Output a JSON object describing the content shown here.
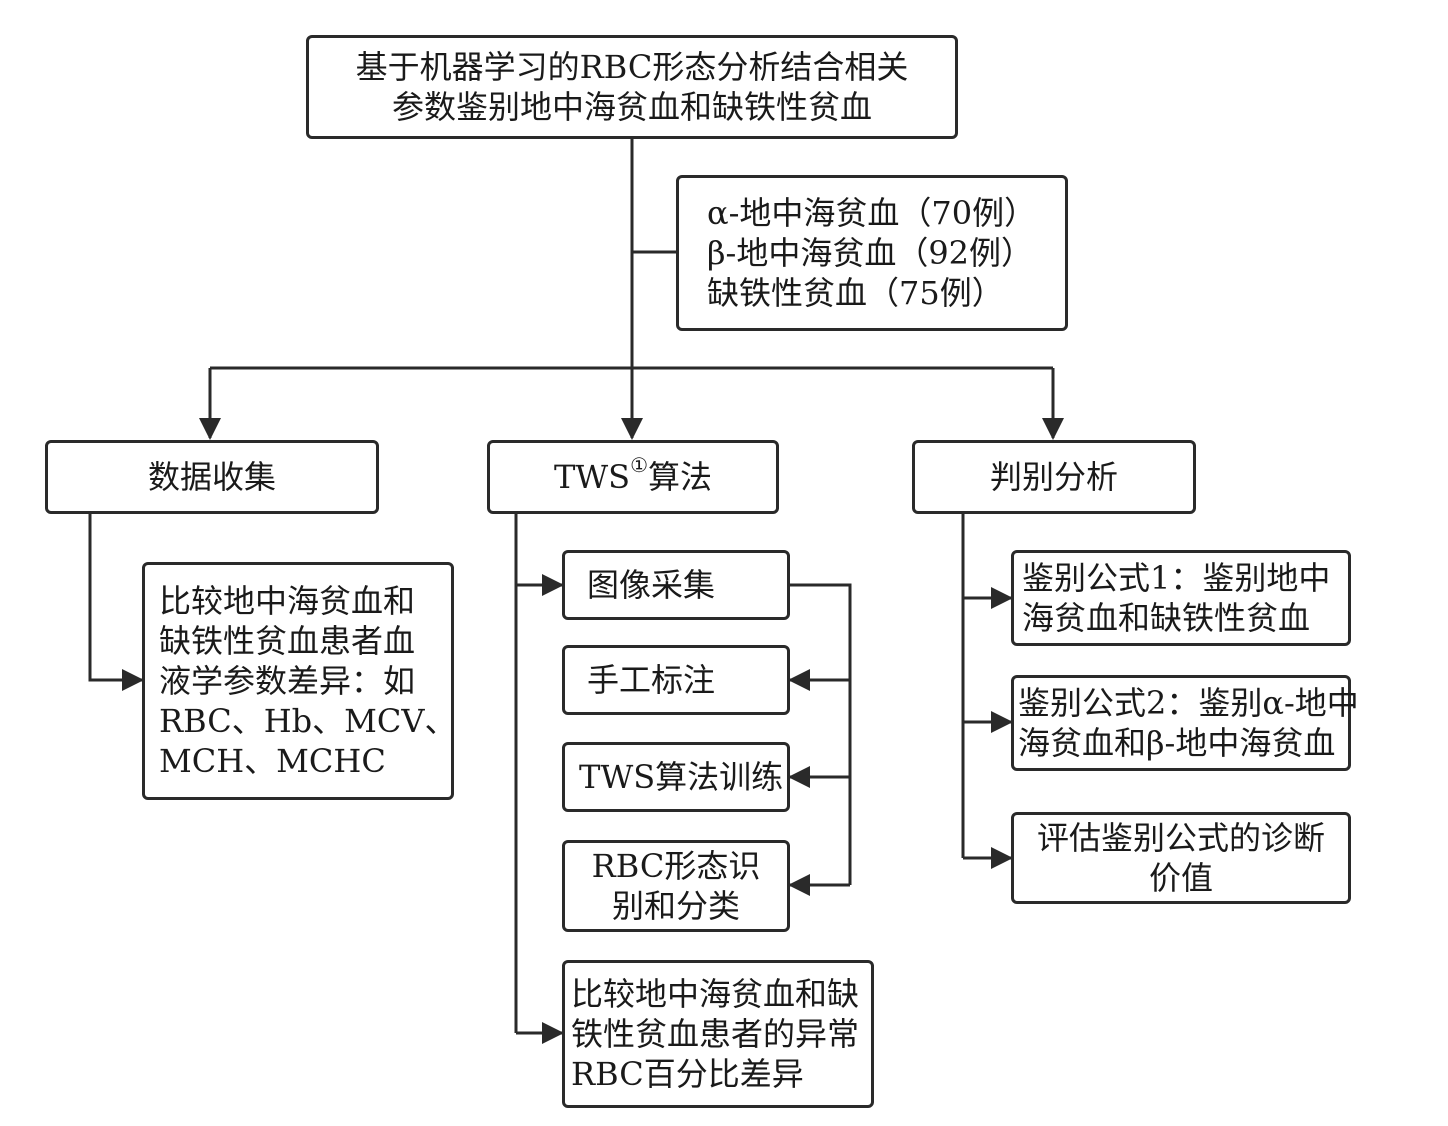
{
  "title": {
    "line1": "基于机器学习的RBC形态分析结合相关",
    "line2": "参数鉴别地中海贫血和缺铁性贫血"
  },
  "cohort": {
    "line1": "α-地中海贫血（70例）",
    "line2": "β-地中海贫血（92例）",
    "line3": "缺铁性贫血（75例）"
  },
  "branches": {
    "data_collection": {
      "label": "数据收集"
    },
    "tws": {
      "label_pre": "TWS",
      "label_sup": "①",
      "label_post": "算法"
    },
    "discriminant": {
      "label": "判别分析"
    }
  },
  "data_detail": {
    "line1": "比较地中海贫血和",
    "line2": "缺铁性贫血患者血",
    "line3": "液学参数差异：如",
    "line4": "RBC、Hb、MCV、",
    "line5": "MCH、MCHC"
  },
  "tws_steps": {
    "image_acquisition": "图像采集",
    "manual_annotation": "手工标注",
    "training": "TWS算法训练",
    "recognition_line1": "RBC形态识",
    "recognition_line2": "别和分类",
    "compare_line1": "比较地中海贫血和缺",
    "compare_line2": "铁性贫血患者的异常",
    "compare_line3": "RBC百分比差异"
  },
  "formulas": {
    "f1_line1": "鉴别公式1：鉴别地中",
    "f1_line2": "海贫血和缺铁性贫血",
    "f2_line1": "鉴别公式2：鉴别α-地中",
    "f2_line2": "海贫血和β-地中海贫血",
    "eval_line1": "评估鉴别公式的诊断",
    "eval_line2": "价值"
  }
}
